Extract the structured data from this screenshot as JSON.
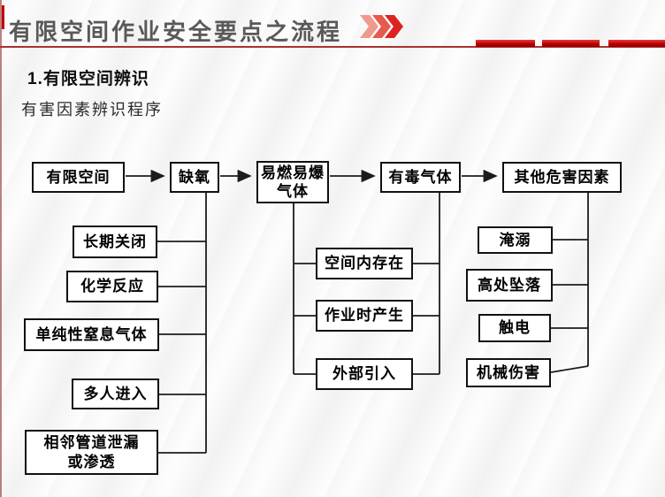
{
  "header": {
    "title": "有限空间作业安全要点之流程"
  },
  "section": {
    "heading": "1.有限空间辨识",
    "subheading": "有害因素辨识程序"
  },
  "flowchart": {
    "nodes": {
      "confined_space": "有限空间",
      "oxygen_deficiency": "缺氧",
      "flammable_gas": "易燃易爆\n气体",
      "toxic_gas": "有毒气体",
      "other_hazards": "其他危害因素",
      "long_closed": "长期关闭",
      "chemical_reaction": "化学反应",
      "simple_asphyxiant": "单纯性窒息气体",
      "multiple_entry": "多人进入",
      "adjacent_pipe_leak": "相邻管道泄漏\n或渗透",
      "exist_in_space": "空间内存在",
      "generated_during_work": "作业时产生",
      "external_introduction": "外部引入",
      "drowning": "淹溺",
      "fall_from_height": "高处坠落",
      "electric_shock": "触电",
      "mechanical_injury": "机械伤害"
    }
  },
  "colors": {
    "accent_red": "#c00000",
    "title_gray": "#595959",
    "chevron_fills": [
      "#f0998f",
      "#e7594e",
      "#dd2420"
    ],
    "box_border": "#111111",
    "underline_red": "#a83232"
  }
}
